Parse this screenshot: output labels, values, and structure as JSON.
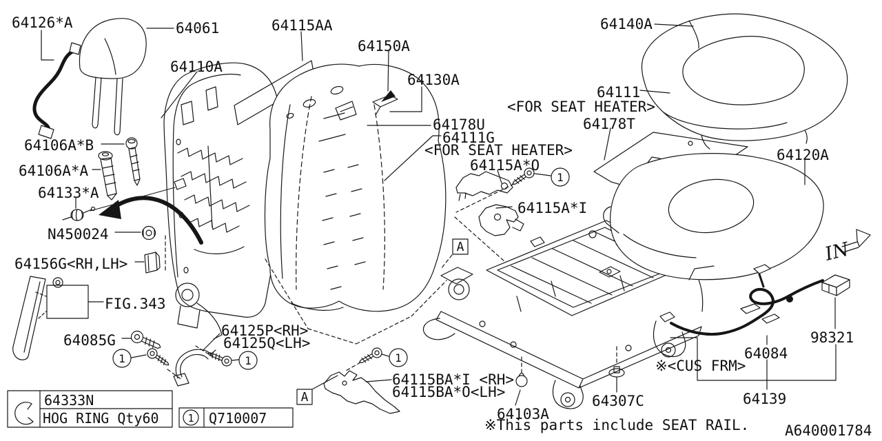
{
  "drawing": {
    "direction_label": "IN",
    "drawing_number": "A640001784",
    "footnote": "※This parts include SEAT RAIL.",
    "view_marker": "A",
    "callout_symbol": "1"
  },
  "labels": {
    "harness_64126": "64126*A",
    "headrest_64061": "64061",
    "frame_64110": "64110A",
    "cover_64115aa": "64115AA",
    "hook_64150": "64150A",
    "garnish_64130": "64130A",
    "pad_64178u": "64178U",
    "heater_64111g": "64111G",
    "for_seat_heater_back": "<FOR SEAT HEATER>",
    "bracket_64115ao": "64115A*O",
    "bracket_64115ai": "64115A*I",
    "cover_64140": "64140A",
    "heater_64111": "64111",
    "for_seat_heater_cushion": "<FOR SEAT HEATER>",
    "sheet_64178t": "64178T",
    "pad_64120": "64120A",
    "bolt_64106ab": "64106A*B",
    "bolt_64106aa": "64106A*A",
    "clip_64133": "64133*A",
    "nut_n450024": "N450024",
    "guide_64156g": "64156G<RH,LH>",
    "fig_343": "FIG.343",
    "screw_64085g": "64085G",
    "cover_64125p": "64125P<RH>",
    "cover_64125q": "64125Q<LH>",
    "bracket_64115ba_rh": "64115BA*I <RH>",
    "bracket_64115ba_lh": "64115BA*O<LH>",
    "plug_64103a": "64103A",
    "bolt_64307c": "64307C",
    "cus_frm_note": "※<CUS FRM>",
    "harness_64084": "64084",
    "frame_64139": "64139",
    "connector_98321": "98321"
  },
  "legend": {
    "hog_ring": {
      "part_number": "64333N",
      "description": "HOG RING Qty60"
    },
    "callout": {
      "part_number": "Q710007"
    }
  }
}
